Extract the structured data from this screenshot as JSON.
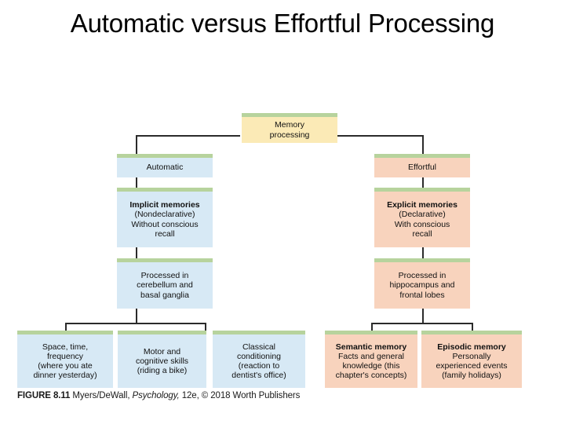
{
  "slide": {
    "title": "Automatic versus Effortful Processing"
  },
  "colors": {
    "cream": "#fbeab6",
    "blue": "#d7e9f5",
    "peach": "#f8d3bd",
    "green_cap": "#b7d39d",
    "line": "#2b2b2b",
    "text": "#111111",
    "background": "#ffffff"
  },
  "figure": {
    "root": {
      "label": "Memory processing",
      "line1": "Memory",
      "line2": "processing"
    },
    "branches": [
      {
        "name": "automatic",
        "header": "Automatic",
        "memories": {
          "title": "Implicit memories",
          "line2": "(Nondeclarative)",
          "line3": "Without conscious",
          "line4": "recall"
        },
        "processed": {
          "line1": "Processed in",
          "line2": "cerebellum and",
          "line3": "basal ganglia"
        },
        "examples": [
          {
            "line1": "Space, time,",
            "line2": "frequency",
            "line3": "(where you ate",
            "line4": "dinner yesterday)"
          },
          {
            "line1": "Motor and",
            "line2": "cognitive skills",
            "line3": "(riding a bike)"
          },
          {
            "line1": "Classical",
            "line2": "conditioning",
            "line3": "(reaction to",
            "line4": "dentist's office)"
          }
        ]
      },
      {
        "name": "effortful",
        "header": "Effortful",
        "memories": {
          "title": "Explicit memories",
          "line2": "(Declarative)",
          "line3": "With conscious",
          "line4": "recall"
        },
        "processed": {
          "line1": "Processed in",
          "line2": "hippocampus and",
          "line3": "frontal lobes"
        },
        "examples": [
          {
            "title": "Semantic memory",
            "line2": "Facts and general",
            "line3": "knowledge (this",
            "line4": "chapter's concepts)"
          },
          {
            "title": "Episodic memory",
            "line2": "Personally",
            "line3": "experienced events",
            "line4": "(family holidays)"
          }
        ]
      }
    ],
    "caption": {
      "figure_number": "FIGURE 8.11",
      "authors": "Myers/DeWall,",
      "book": "Psychology,",
      "edition": "12e, © 2018 Worth Publishers"
    }
  }
}
